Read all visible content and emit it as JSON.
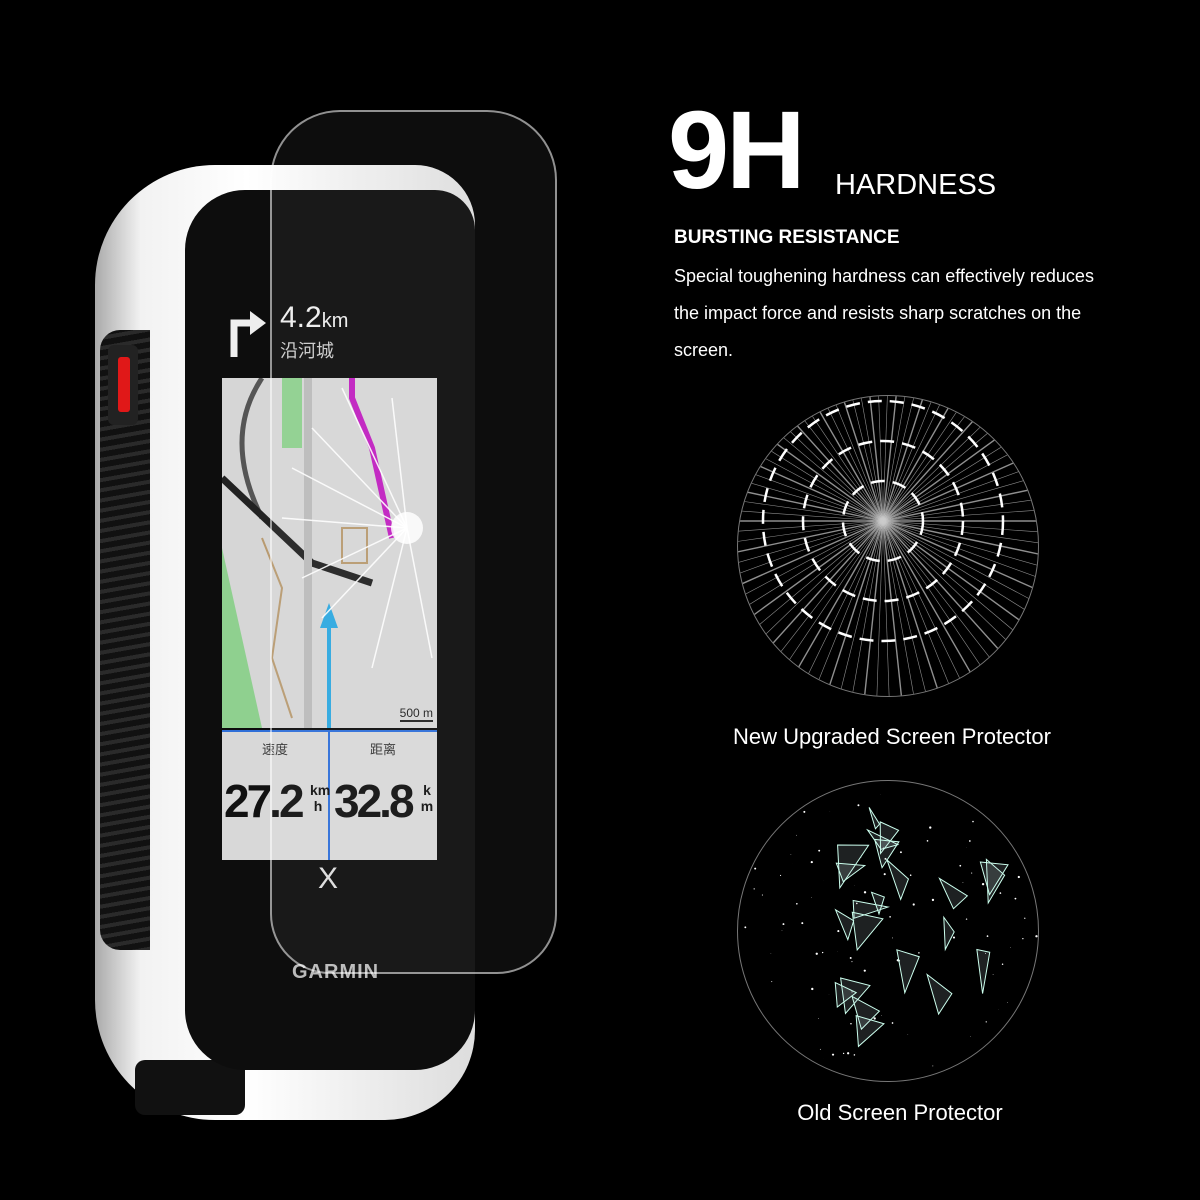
{
  "headline": {
    "big": "9H",
    "small": "HARDNESS"
  },
  "subheading": "BURSTING RESISTANCE",
  "description": "Special toughening hardness can effectively reduces the impact force and resists sharp scratches on the screen.",
  "device": {
    "brand": "GARMIN",
    "turn_icon": "turn-right-arrow-icon",
    "distance_value": "4.2",
    "distance_unit": "km",
    "street": "沿河城",
    "scale": "500 m",
    "fields": [
      {
        "label": "速度",
        "value": "27.2",
        "unit_top": "km",
        "unit_bottom": "h"
      },
      {
        "label": "距离",
        "value": "32.8",
        "unit_top": "k",
        "unit_bottom": "m"
      }
    ],
    "close_label": "X",
    "colors": {
      "route": "#c020c0",
      "accent_blue": "#2f6fd8",
      "button_red": "#e01818"
    }
  },
  "comparisons": [
    {
      "caption": "New Upgraded Screen Protector"
    },
    {
      "caption": "Old Screen Protector"
    }
  ]
}
